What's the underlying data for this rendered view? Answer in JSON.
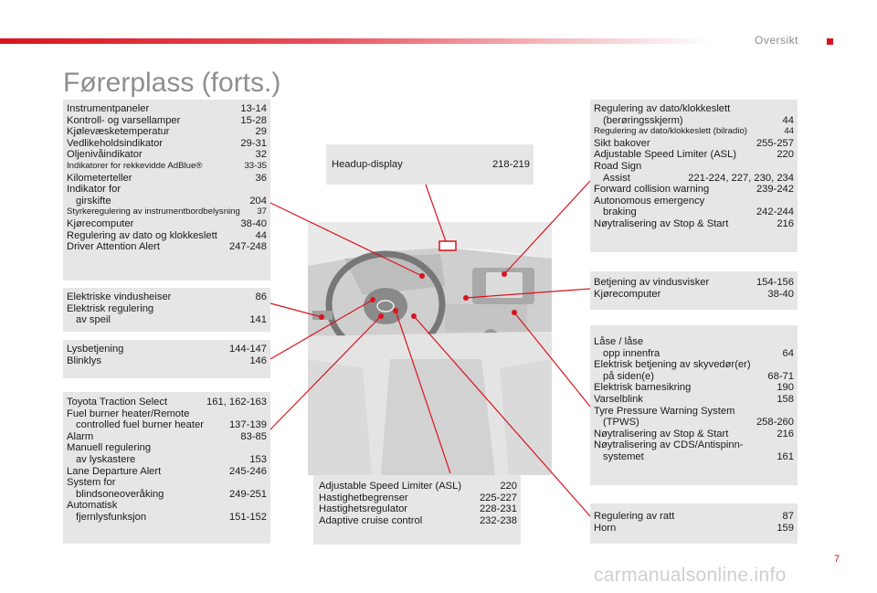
{
  "header": {
    "section": "Oversikt",
    "title": "Førerplass (forts.)",
    "page_number": "7"
  },
  "watermark": "carmanualsonline.info",
  "boxes": {
    "instrument": [
      {
        "label": "Instrumentpaneler",
        "page": "13-14"
      },
      {
        "label": "Kontroll- og varsellamper",
        "page": "15-28"
      },
      {
        "label": "Kjølevæsketemperatur",
        "page": "29"
      },
      {
        "label": "Vedlikeholdsindikator",
        "page": "29-31"
      },
      {
        "label": "Oljenivåindikator",
        "page": "32"
      },
      {
        "label": "Indikatorer for rekkevidde AdBlue®",
        "page": "33-35",
        "small": true
      },
      {
        "label": "Kilometerteller",
        "page": "36"
      },
      {
        "label": "Indikator for",
        "page": ""
      },
      {
        "label": "girskifte",
        "page": "204",
        "indent": true
      },
      {
        "label": "Styrkeregulering av instrumentbordbelysning",
        "page": "37",
        "small": true
      },
      {
        "label": "Kjørecomputer",
        "page": "38-40"
      },
      {
        "label": "Regulering av dato og klokkeslett",
        "page": "44"
      },
      {
        "label": "Driver Attention Alert",
        "page": "247-248"
      }
    ],
    "windows": [
      {
        "label": "Elektriske vindusheiser",
        "page": "86"
      },
      {
        "label": "Elektrisk regulering",
        "page": ""
      },
      {
        "label": "av speil",
        "page": "141",
        "indent": true
      }
    ],
    "lights": [
      {
        "label": "Lysbetjening",
        "page": "144-147"
      },
      {
        "label": "Blinklys",
        "page": "146"
      }
    ],
    "traction": [
      {
        "label": "Toyota Traction Select",
        "page": "161, 162-163"
      },
      {
        "label": "Fuel burner heater/Remote",
        "page": ""
      },
      {
        "label": "controlled fuel burner heater",
        "page": "137-139",
        "indent": true
      },
      {
        "label": "Alarm",
        "page": "83-85"
      },
      {
        "label": "Manuell regulering",
        "page": ""
      },
      {
        "label": "av lyskastere",
        "page": "153",
        "indent": true
      },
      {
        "label": "Lane Departure Alert",
        "page": "245-246"
      },
      {
        "label": "System for",
        "page": ""
      },
      {
        "label": "blindsoneoveråking",
        "page": "249-251",
        "indent": true
      },
      {
        "label": "Automatisk",
        "page": ""
      },
      {
        "label": "fjernlysfunksjon",
        "page": "151-152",
        "indent": true
      }
    ],
    "headup": [
      {
        "label": "Headup-display",
        "page": "218-219"
      }
    ],
    "speed": [
      {
        "label": "Adjustable Speed Limiter (ASL)",
        "page": "220"
      },
      {
        "label": "Hastighetbegrenser",
        "page": "225-227"
      },
      {
        "label": "Hastighetsregulator",
        "page": "228-231"
      },
      {
        "label": "Adaptive cruise control",
        "page": "232-238"
      }
    ],
    "clock": [
      {
        "label": "Regulering av dato/klokkeslett",
        "page": ""
      },
      {
        "label": "(berøringsskjerm)",
        "page": "44",
        "indent": true
      },
      {
        "label": "Regulering av dato/klokkeslett (bilradio)",
        "page": "44",
        "small": true
      },
      {
        "label": "Sikt bakover",
        "page": "255-257"
      },
      {
        "label": "Adjustable Speed Limiter (ASL)",
        "page": "220"
      },
      {
        "label": "Road Sign",
        "page": ""
      },
      {
        "label": "Assist",
        "page": "221-224, 227, 230, 234",
        "indent": true
      },
      {
        "label": "Forward collision warning",
        "page": "239-242"
      },
      {
        "label": "Autonomous emergency",
        "page": ""
      },
      {
        "label": "braking",
        "page": "242-244",
        "indent": true
      },
      {
        "label": "Nøytralisering av Stop & Start",
        "page": "216"
      }
    ],
    "wiper": [
      {
        "label": "Betjening av vindusvisker",
        "page": "154-156"
      },
      {
        "label": "Kjørecomputer",
        "page": "38-40"
      }
    ],
    "locks": [
      {
        "label": "Låse / låse",
        "page": ""
      },
      {
        "label": "opp innenfra",
        "page": "64",
        "indent": true
      },
      {
        "label": "Elektrisk betjening av skyvedør(er)",
        "page": ""
      },
      {
        "label": "på siden(e)",
        "page": "68-71",
        "indent": true
      },
      {
        "label": "Elektrisk barnesikring",
        "page": "190"
      },
      {
        "label": "Varselblink",
        "page": "158"
      },
      {
        "label": "Tyre Pressure Warning System",
        "page": ""
      },
      {
        "label": "(TPWS)",
        "page": "258-260",
        "indent": true
      },
      {
        "label": "Nøytralisering av Stop & Start",
        "page": "216"
      },
      {
        "label": "Nøytralisering av CDS/Antispinn-",
        "page": ""
      },
      {
        "label": "systemet",
        "page": "161",
        "indent": true
      }
    ],
    "steering": [
      {
        "label": "Regulering av ratt",
        "page": "87"
      },
      {
        "label": "Horn",
        "page": "159"
      }
    ]
  },
  "colors": {
    "accent": "#d9141f",
    "box_bg": "#e6e6e6",
    "leader": "#d9141f"
  }
}
